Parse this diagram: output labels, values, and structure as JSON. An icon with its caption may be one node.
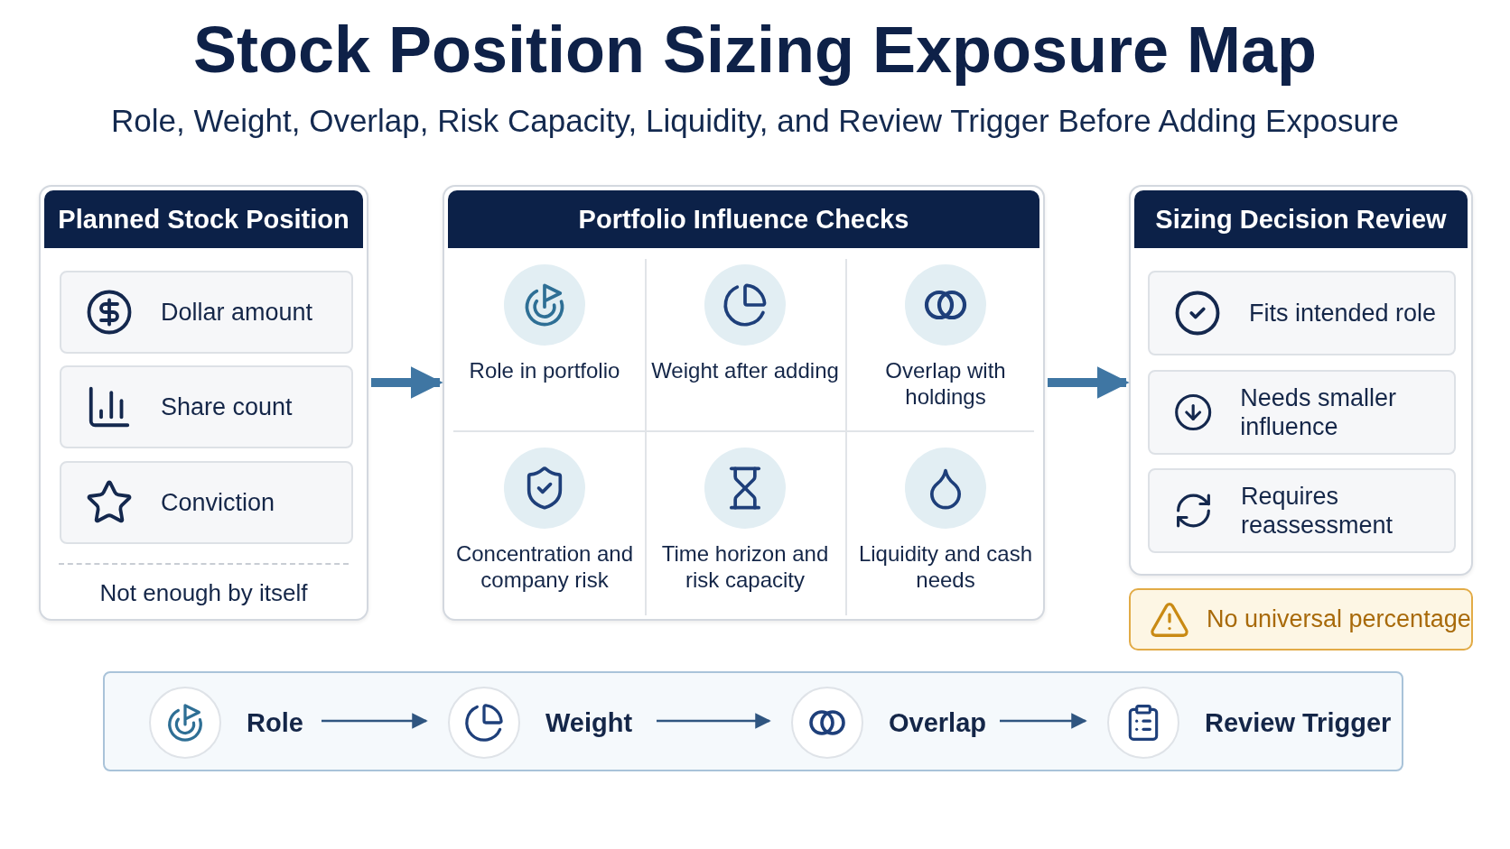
{
  "diagram": {
    "title": "Stock Position Sizing Exposure Map",
    "caption": "Role, Weight, Overlap, Risk Capacity, Liquidity, and Review Trigger Before Adding Exposure",
    "nodes": [
      {
        "text": [
          "Planned Stock Position",
          "Not enough by itself"
        ]
      },
      {
        "text": [
          "Dollar amount"
        ],
        "in": 0
      },
      {
        "text": [
          "Share count"
        ],
        "in": 0
      },
      {
        "text": [
          "Conviction"
        ],
        "in": 0
      },
      {
        "text": [
          "Portfolio Influence Checks"
        ]
      },
      {
        "text": [
          "Role in portfolio"
        ],
        "in": 4
      },
      {
        "text": [
          "Weight after adding"
        ],
        "in": 4
      },
      {
        "text": [
          "Overlap with holdings"
        ],
        "in": 4
      },
      {
        "text": [
          "Concentration and company risk"
        ],
        "in": 4
      },
      {
        "text": [
          "Time horizon and risk capacity"
        ],
        "in": 4
      },
      {
        "text": [
          "Liquidity and cash needs"
        ],
        "in": 4
      },
      {
        "text": [
          "Sizing Decision Review"
        ]
      },
      {
        "text": [
          "Fits intended role"
        ],
        "in": 11
      },
      {
        "text": [
          "Needs smaller influence"
        ],
        "in": 11
      },
      {
        "text": [
          "Requires reassessment"
        ],
        "in": 11
      },
      {
        "text": [
          "No universal percentage"
        ]
      },
      {
        "text": [],
        "shape": "box"
      },
      {
        "text": [
          "Role"
        ],
        "in": 16
      },
      {
        "text": [
          "Weight"
        ],
        "in": 16
      },
      {
        "text": [
          "Overlap"
        ],
        "in": 16
      },
      {
        "text": [
          "Review Trigger"
        ],
        "in": 16
      }
    ],
    "edges": [
      {
        "from": 0,
        "to": 4,
        "arrow": "to",
        "style": "thick",
        "color": "#3f76a3"
      },
      {
        "from": 4,
        "to": 11,
        "arrow": "to",
        "style": "thick",
        "color": "#3f76a3"
      },
      {
        "from": 17,
        "to": 18,
        "arrow": "to"
      },
      {
        "from": 18,
        "to": 19,
        "arrow": "to"
      },
      {
        "from": 19,
        "to": 20,
        "arrow": "to"
      }
    ]
  }
}
